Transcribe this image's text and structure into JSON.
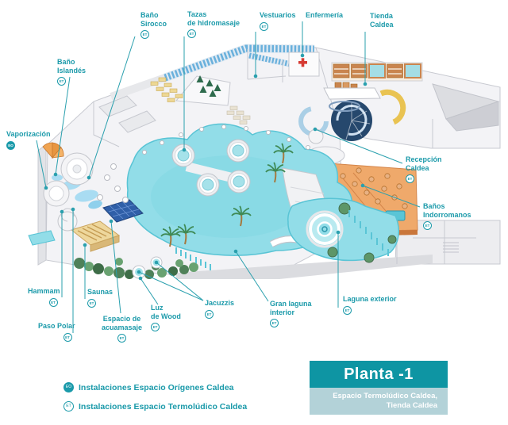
{
  "icons": {
    "et": "ET",
    "eo": "EO"
  },
  "colors": {
    "accent": "#1b9aaa",
    "planta_band": "#0e95a3",
    "planta_sub": "#b3d2d8",
    "water": "#92dde8",
    "indorromanos_orange": "#efa96b",
    "navy": "#26486d",
    "red_cross": "#d63b33"
  },
  "labels": {
    "bano_sirocco": {
      "text": "Baño\nSirocco",
      "tag": "ET"
    },
    "tazas": {
      "text": "Tazas\nde hidromasaje",
      "tag": "ET"
    },
    "vestuarios": {
      "text": "Vestuarios",
      "tag": "ET"
    },
    "enfermeria": {
      "text": "Enfermería"
    },
    "tienda": {
      "text": "Tienda\nCaldea"
    },
    "bano_islandes": {
      "text": "Baño\nIslandés",
      "tag": "ET"
    },
    "vaporizacion": {
      "text": "Vaporización",
      "tag": "EO"
    },
    "recepcion": {
      "text": "Recepción\nCaldea",
      "tag": "ET"
    },
    "banos_indorromanos": {
      "text": "Baños\nIndorromanos",
      "tag": "ET"
    },
    "hammam": {
      "text": "Hammam",
      "tag": "ET"
    },
    "saunas": {
      "text": "Saunas",
      "tag": "ET"
    },
    "paso_polar": {
      "text": "Paso Polar",
      "tag": "ET"
    },
    "espacio_acuamasaje": {
      "text": "Espacio de\nacuamasaje",
      "tag": "ET"
    },
    "luz_de_wood": {
      "text": "Luz\nde Wood",
      "tag": "ET"
    },
    "jacuzzis": {
      "text": "Jacuzzis",
      "tag": "ET"
    },
    "gran_laguna": {
      "text": "Gran laguna\ninterior",
      "tag": "ET"
    },
    "laguna_exterior": {
      "text": "Laguna exterior",
      "tag": "ET"
    }
  },
  "legend": [
    {
      "icon": "EO",
      "label": "Instalaciones Espacio Orígenes Caldea"
    },
    {
      "icon": "ET",
      "label": "Instalaciones Espacio Termolúdico Caldea"
    }
  ],
  "title_box": {
    "floor": "Planta -1",
    "subtitle": "Espacio Termolúdico Caldea,\nTienda Caldea"
  }
}
